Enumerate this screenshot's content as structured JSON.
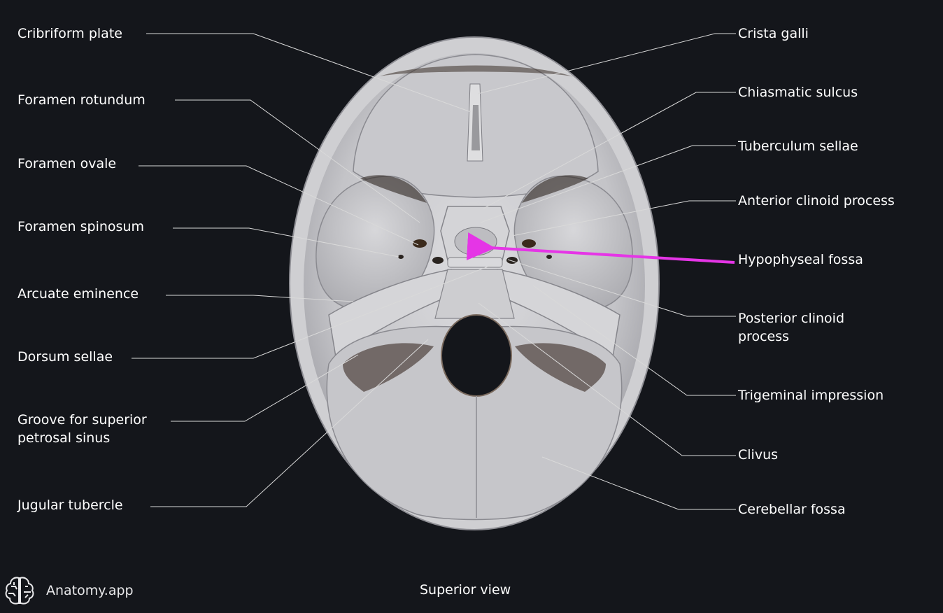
{
  "colors": {
    "background": "#14161b",
    "leader": "#d9d9d9",
    "arrow": "#e535e6",
    "bone": "#c9c9cc"
  },
  "labels_left": {
    "cribriform_plate": "Cribriform plate",
    "foramen_rotundum": "Foramen rotundum",
    "foramen_ovale": "Foramen ovale",
    "foramen_spinosum": "Foramen spinosum",
    "arcuate_eminence": "Arcuate eminence",
    "dorsum_sellae": "Dorsum sellae",
    "groove_line1": "Groove for superior",
    "groove_line2": "petrosal sinus",
    "jugular_tubercle": "Jugular tubercle"
  },
  "labels_right": {
    "crista_galli": "Crista galli",
    "chiasmatic_sulcus": "Chiasmatic sulcus",
    "tuberculum_sellae": "Tuberculum sellae",
    "anterior_clinoid_process": "Anterior clinoid process",
    "hypophyseal_fossa": "Hypophyseal fossa",
    "posterior_clinoid_line1": "Posterior clinoid",
    "posterior_clinoid_line2": "process",
    "trigeminal_impression": "Trigeminal impression",
    "clivus": "Clivus",
    "cerebellar_fossa": "Cerebellar fossa"
  },
  "footer": {
    "brand": "Anatomy.app",
    "brand_icon": "brain-icon",
    "view": "Superior view"
  }
}
